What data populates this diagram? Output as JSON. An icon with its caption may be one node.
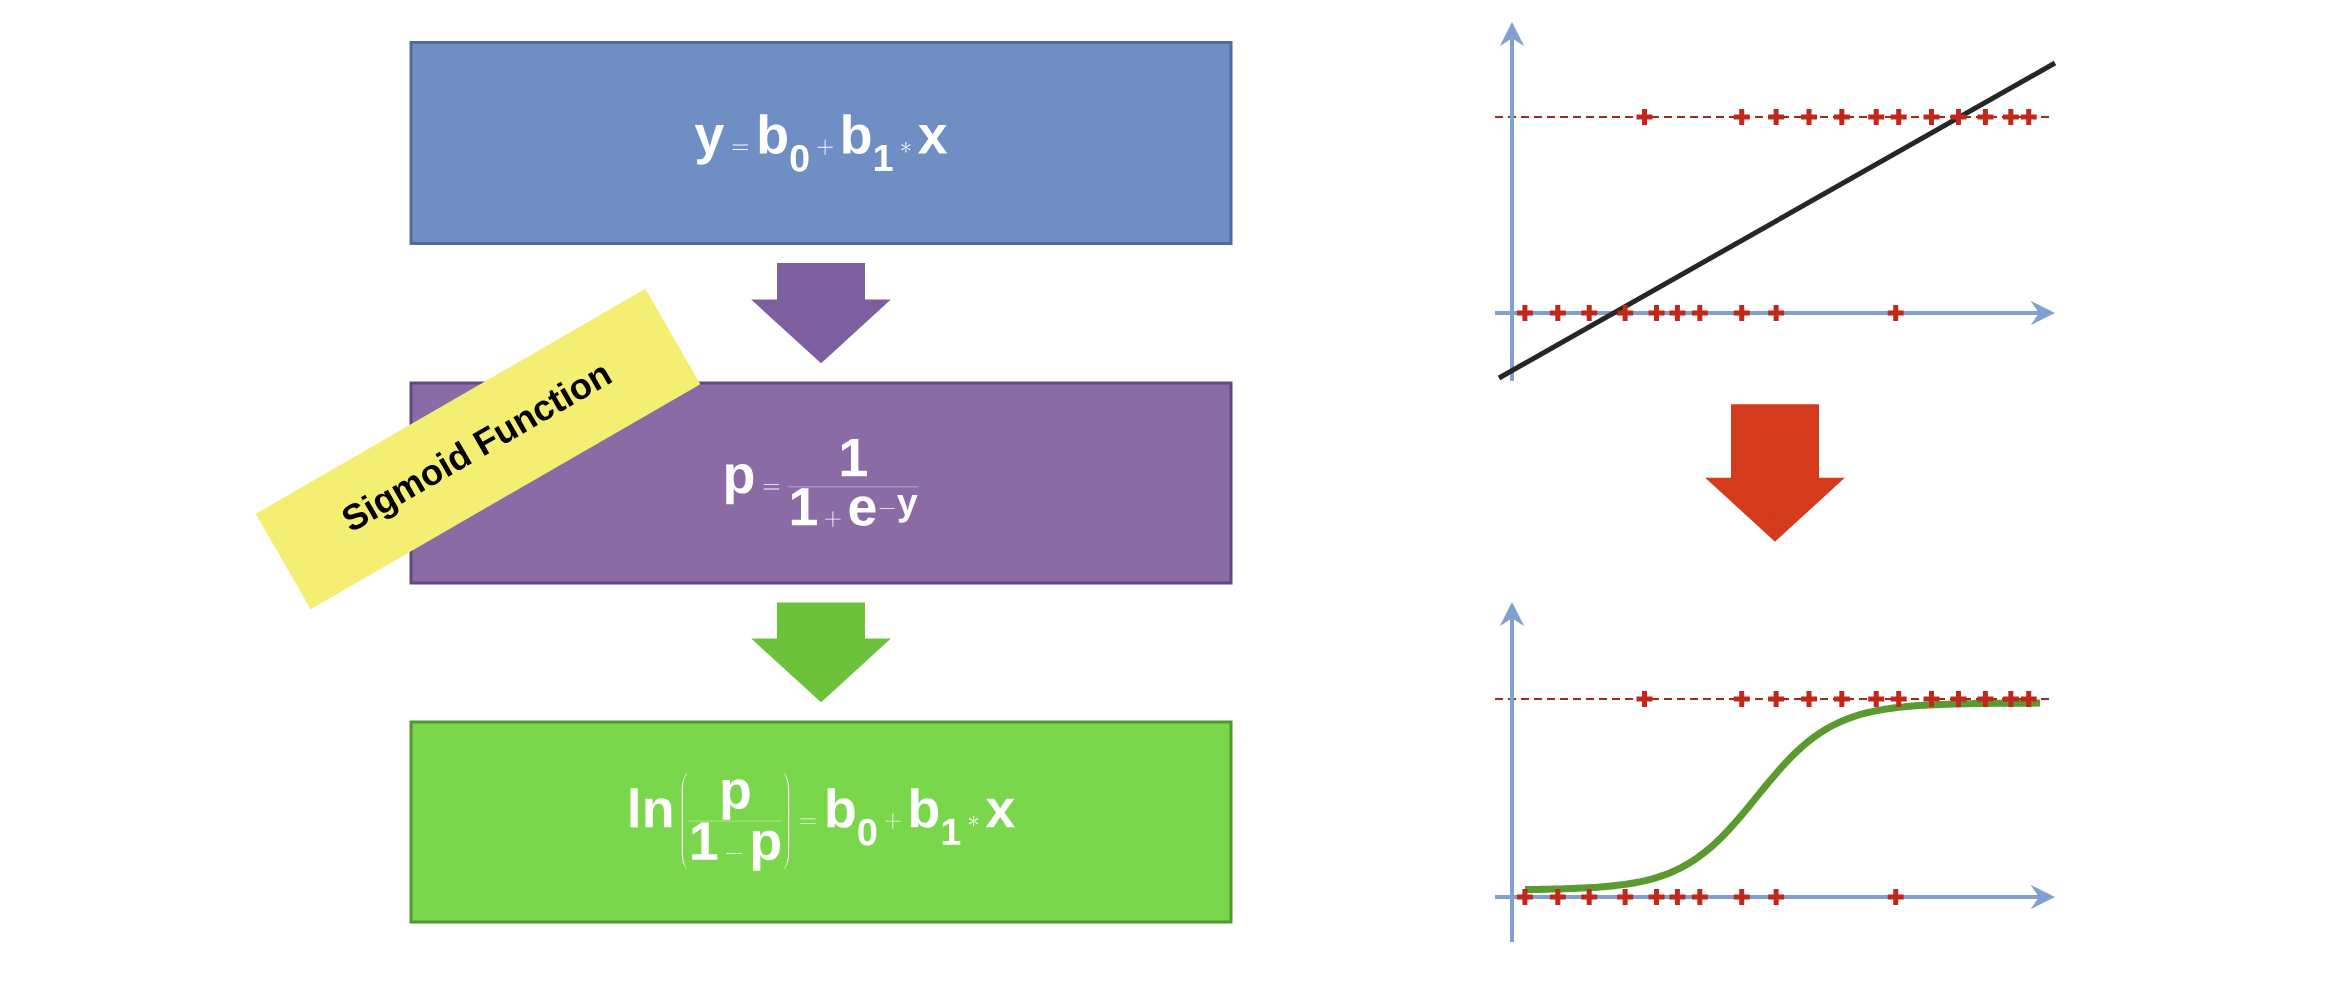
{
  "diagram": {
    "nodes": [
      {
        "text": [
          "y = b_{0} + b_{1}*x"
        ]
      },
      {
        "text": [
          "Sigmoid Function"
        ]
      },
      {
        "text": [
          "p = \\frac{1}{1 + e^{-y}}"
        ]
      },
      {
        "text": [
          "\\ln\\left(\\frac{p}{1 - p}\\right) = b_{0} + b_{1}*x"
        ]
      },
      {
        "text": [],
        "shape": "picture"
      },
      {
        "text": [],
        "shape": "picture"
      }
    ],
    "edges": [
      {
        "from": 0,
        "to": 2,
        "arrow": "to",
        "color": "#7d5fa0"
      },
      {
        "from": 2,
        "to": 3,
        "arrow": "to",
        "color": "#6cc23a"
      },
      {
        "from": 4,
        "to": 5,
        "arrow": "to",
        "color": "#d43a1c"
      }
    ]
  }
}
